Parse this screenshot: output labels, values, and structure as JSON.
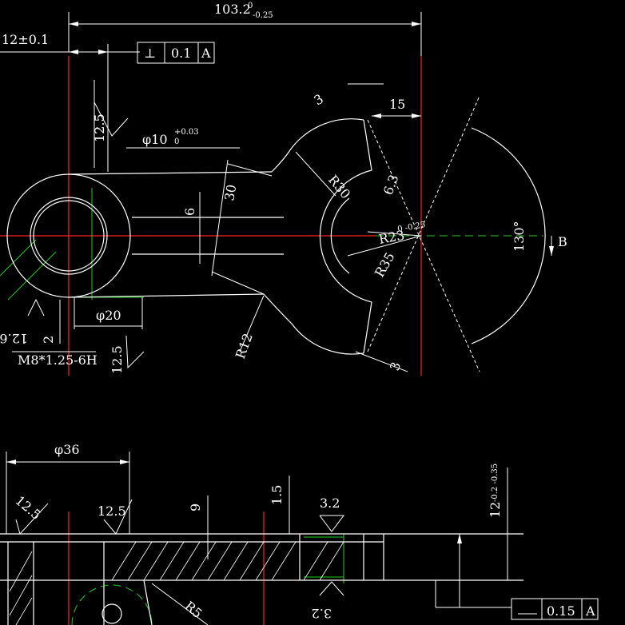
{
  "dimensions": {
    "overall_length": "103.2",
    "overall_length_upper_tol": "0",
    "overall_length_lower_tol": "-0.25",
    "thickness_tol": "12±0.1",
    "perpendicularity_symbol": "⊥",
    "perpendicularity_value": "0.1",
    "perpendicularity_datum": "A",
    "hole_dia": "φ10",
    "hole_dia_upper_tol": "+0.03",
    "hole_dia_lower_tol": "0",
    "rough_12_5_a": "12.5",
    "rough_12_5_b": "12.5",
    "rough_12_5_c": "12.5",
    "rough_12_5_d": "12.5",
    "rough_3_2_a": "3.2",
    "rough_3_2_b": "3.2",
    "dim_30": "30",
    "dim_6": "6",
    "dim_6_3": "6.3",
    "dim_15": "15",
    "dim_3_top": "3",
    "dim_3_bottom": "3",
    "radius_r30": "R30",
    "radius_r23": "R23",
    "radius_r23_tol": "0 -0.25",
    "radius_r35": "R35",
    "radius_r12": "R12",
    "radius_r5": "R5",
    "angle_130": "130°",
    "view_label_b": "B",
    "boss_dia": "φ20",
    "thread_spec": "M8*1.25-6H",
    "dim_2": "2",
    "dim_12_partial": "12.6",
    "section_dia": "φ36",
    "dim_9": "9",
    "dim_1_5": "1.5",
    "dim_12_side": "12",
    "dim_12_side_tol": "-0.2 -0.35",
    "parallelism_symbol": "∥",
    "parallelism_value": "0.15",
    "parallelism_datum": "A"
  }
}
